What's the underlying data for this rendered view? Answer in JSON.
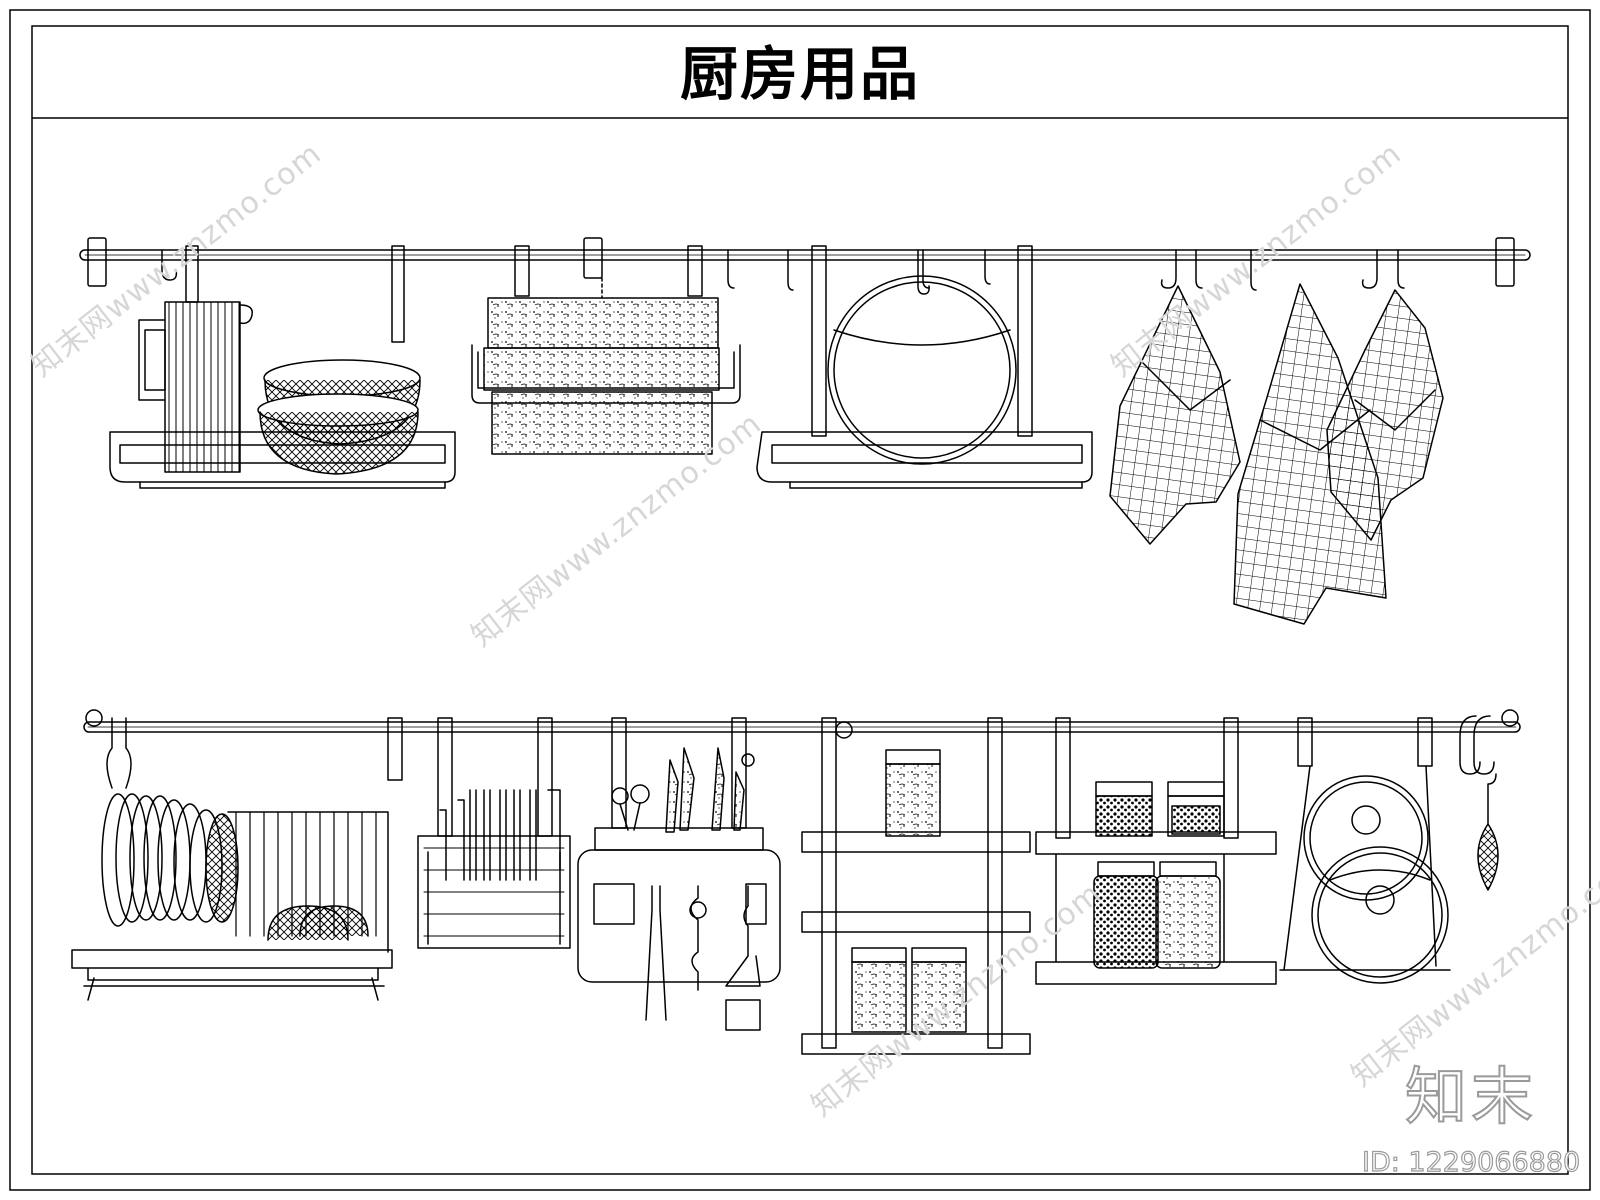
{
  "title": "厨房用品",
  "watermark": {
    "text": "知末网www.znzmo.com",
    "logo": "知末",
    "id_label": "ID: 1229066880"
  },
  "colors": {
    "line": "#000000",
    "background": "#ffffff",
    "watermark": "#d6d6d6",
    "logo_outline": "#9a9a9a"
  },
  "items": {
    "upper_rail": [
      "pitcher",
      "wire-bowls",
      "cutting-boards",
      "round-cutting-board",
      "tea-towels"
    ],
    "lower_rail": [
      "dish-rack",
      "chopstick-holder",
      "knife-block",
      "jar-shelf",
      "spice-jar-shelf",
      "pot-lid-rack",
      "strainer-hook"
    ]
  }
}
